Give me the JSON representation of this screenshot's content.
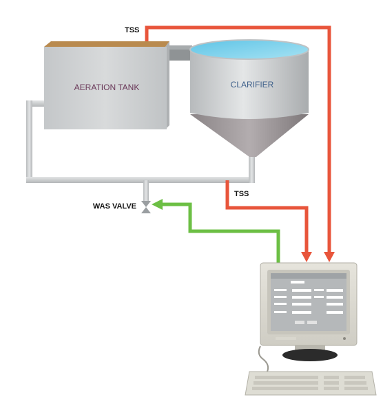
{
  "labels": {
    "aeration_tank": "AERATION TANK",
    "clarifier": "CLARIFIER",
    "tss_top": "TSS",
    "tss_bottom": "TSS",
    "was_valve": "WAS VALVE"
  },
  "colors": {
    "tss_line": "#e8553b",
    "control_line": "#6cbf44",
    "pipe": "#cfd2d4",
    "tank_front": "#cdd0d1",
    "tank_top": "#b98a4e",
    "clarifier_water": "#7fd3ec",
    "label_text": "#6b3a5a"
  },
  "icons": {
    "computer": "computer-workstation-icon",
    "valve": "valve-icon"
  }
}
